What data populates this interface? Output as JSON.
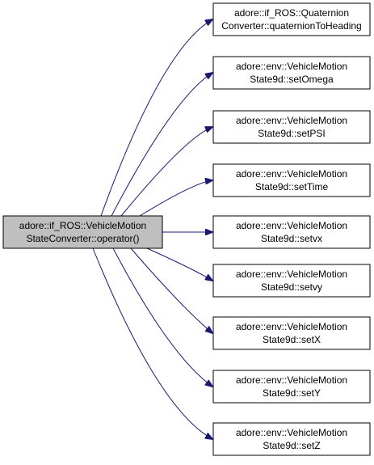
{
  "source_node": {
    "line1": "adore::if_ROS::VehicleMotion",
    "line2": "StateConverter::operator()",
    "fill": "#bfbfbf"
  },
  "targets": [
    {
      "line1": "adore::if_ROS::Quaternion",
      "line2": "Converter::quaternionToHeading"
    },
    {
      "line1": "adore::env::VehicleMotion",
      "line2": "State9d::setOmega"
    },
    {
      "line1": "adore::env::VehicleMotion",
      "line2": "State9d::setPSI"
    },
    {
      "line1": "adore::env::VehicleMotion",
      "line2": "State9d::setTime"
    },
    {
      "line1": "adore::env::VehicleMotion",
      "line2": "State9d::setvx"
    },
    {
      "line1": "adore::env::VehicleMotion",
      "line2": "State9d::setvy"
    },
    {
      "line1": "adore::env::VehicleMotion",
      "line2": "State9d::setX"
    },
    {
      "line1": "adore::env::VehicleMotion",
      "line2": "State9d::setY"
    },
    {
      "line1": "adore::env::VehicleMotion",
      "line2": "State9d::setZ"
    }
  ],
  "colors": {
    "edge": "#191970",
    "node_border": "#000000",
    "target_fill": "#ffffff"
  }
}
